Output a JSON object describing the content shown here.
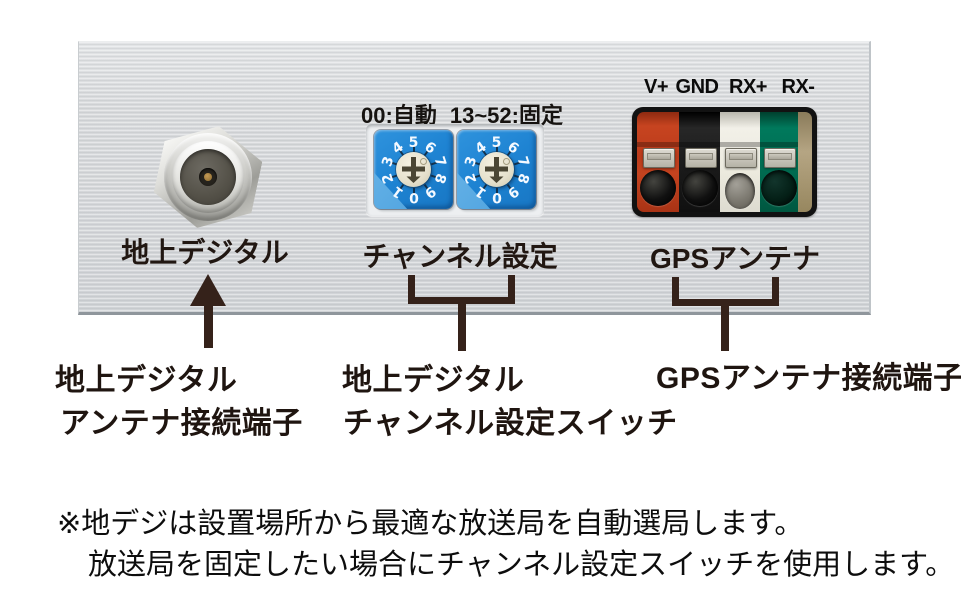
{
  "panel": {
    "coax": {
      "label": "地上デジタル"
    },
    "channel": {
      "hint_auto": "00:自動",
      "hint_fixed": "13~52:固定",
      "label": "チャンネル設定",
      "dial_digits": [
        "0",
        "1",
        "2",
        "3",
        "4",
        "5",
        "6",
        "7",
        "8",
        "9"
      ]
    },
    "gps": {
      "pin_labels": [
        "V+",
        "GND",
        "RX+",
        "RX-"
      ],
      "label": "GPSアンテナ"
    }
  },
  "callouts": {
    "coax_line1": "地上デジタル",
    "coax_line2": "アンテナ接続端子",
    "channel_line1": "地上デジタル",
    "channel_line2": "チャンネル設定スイッチ",
    "gps_line1": "GPSアンテナ接続端子"
  },
  "note": {
    "line1": "※地デジは設置場所から最適な放送局を自動選局します。",
    "line2": "放送局を固定したい場合にチャンネル設定スイッチを使用します。"
  },
  "colors": {
    "switch_blue": "#1e83d2",
    "terminal_orange": "#c4431f",
    "terminal_black": "#1b1b1b",
    "terminal_white": "#efede5",
    "terminal_green": "#006b50",
    "annotation_ink": "#35221a",
    "panel_silver": "#d6d8da"
  }
}
